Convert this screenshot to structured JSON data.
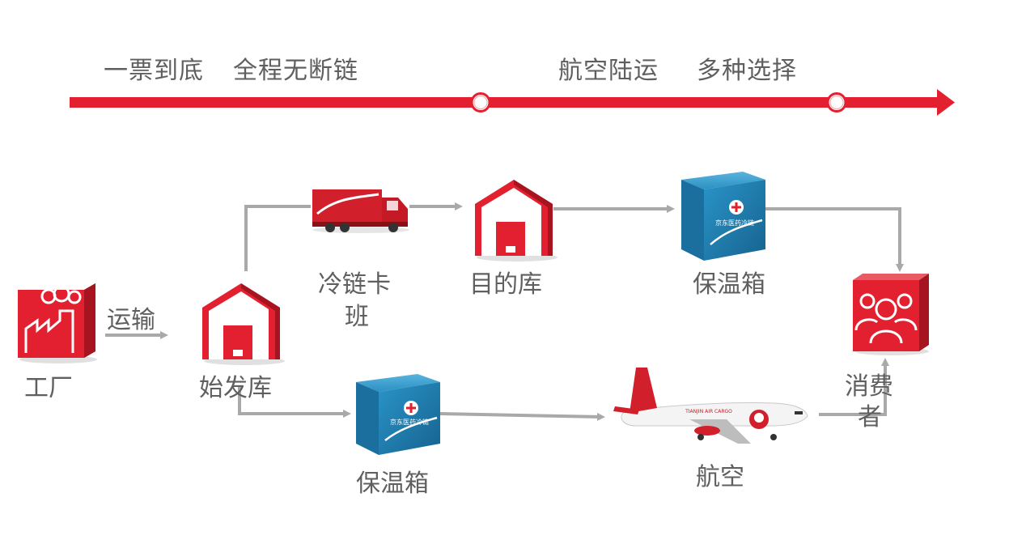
{
  "header": {
    "slogan_1": "一票到底",
    "slogan_2": "全程无断链",
    "slogan_3": "航空陆运",
    "slogan_4": "多种选择"
  },
  "nodes": {
    "factory": "工厂",
    "transport": "运输",
    "origin_warehouse": "始发库",
    "cold_truck_line1": "冷链卡",
    "cold_truck_line2": "班",
    "destination_warehouse": "目的库",
    "insulated_box_top": "保温箱",
    "consumer_line1": "消费",
    "consumer_line2": "者",
    "insulated_box_bottom": "保温箱",
    "air": "航空"
  },
  "truck_text": "",
  "box_brand": "京东医药冷链",
  "plane_brand": "TIANJIN AIR CARGO",
  "colors": {
    "accent": "#e3202f",
    "connector": "#a9a9a9",
    "box_blue": "#1f86b7",
    "label_gray": "#5f5f5f"
  },
  "icons": [
    "factory-icon",
    "warehouse-icon",
    "truck-icon",
    "insulated-box-icon",
    "consumers-icon",
    "airplane-icon"
  ]
}
